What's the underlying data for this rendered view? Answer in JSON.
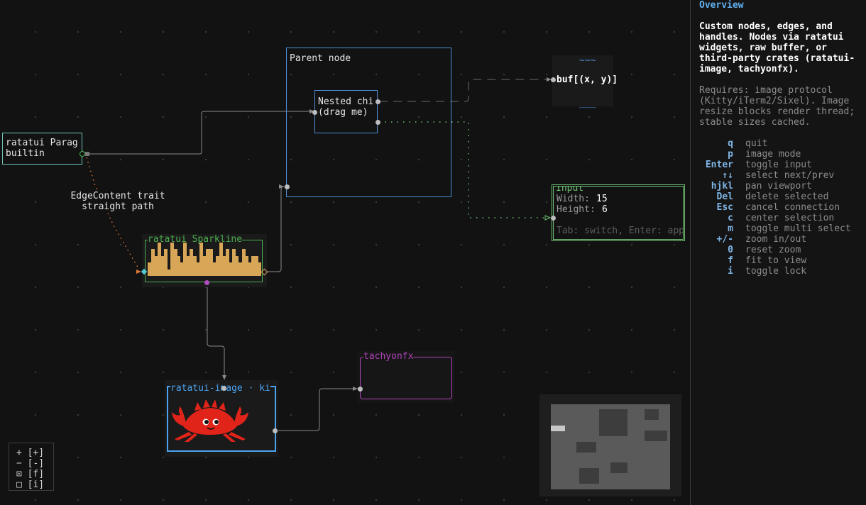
{
  "nodes": {
    "paragraph": {
      "line1": "ratatui Parag",
      "line2": "builtin"
    },
    "edge_label": {
      "line1": "EdgeContent trait",
      "line2": "straight path"
    },
    "parent": {
      "title": "Parent node"
    },
    "nested": {
      "line1": "Nested chi",
      "line2": "(drag me)"
    },
    "buf": {
      "top": "~~~",
      "label": "buf[(x, y)]",
      "bottom": "___"
    },
    "input": {
      "title": "Input",
      "width_label": "Width:",
      "width_value": "15",
      "height_label": "Height:",
      "height_value": "6",
      "hint": "Tab: switch, Enter: app"
    },
    "sparkline": {
      "title": "ratatui Sparkline",
      "values": [
        2,
        4,
        3,
        5,
        3,
        4,
        1,
        5,
        4,
        3,
        2,
        5,
        3,
        4,
        3,
        2,
        5,
        3,
        4,
        4,
        2,
        3,
        5,
        3,
        4,
        2,
        4,
        3,
        2,
        4,
        3,
        2,
        3,
        3,
        2
      ],
      "color": "#d8a657"
    },
    "image": {
      "title": "ratatui-image · ki",
      "crab_color": "#e0241a"
    },
    "tachyonfx": {
      "title": "tachyonfx"
    }
  },
  "zoom_controls": {
    "zoom_in": "+ [+]",
    "zoom_out": "− [-]",
    "fit": "⊡ [f]",
    "lock": "□ [i]"
  },
  "panel": {
    "title": "Overview",
    "description": "Custom nodes, edges, and handles. Nodes via ratatui widgets, raw buffer, or third-party crates (ratatui-image, tachyonfx).",
    "requires": "Requires: image protocol (Kitty/iTerm2/Sixel). Image resize blocks render thread; stable sizes cached.",
    "keybindings": [
      {
        "key": "q",
        "desc": "quit"
      },
      {
        "key": "p",
        "desc": "image mode"
      },
      {
        "key": "Enter",
        "desc": "toggle input"
      },
      {
        "key": "↑↓",
        "desc": "select next/prev"
      },
      {
        "key": "hjkl",
        "desc": "pan viewport"
      },
      {
        "key": "Del",
        "desc": "delete selected"
      },
      {
        "key": "Esc",
        "desc": "cancel connection"
      },
      {
        "key": "c",
        "desc": "center selection"
      },
      {
        "key": "m",
        "desc": "toggle multi select"
      },
      {
        "key": "+/-",
        "desc": "zoom in/out"
      },
      {
        "key": "0",
        "desc": "reset zoom"
      },
      {
        "key": "f",
        "desc": "fit to view"
      },
      {
        "key": "i",
        "desc": "toggle lock"
      }
    ]
  },
  "colors": {
    "background": "#121212",
    "paragraph_border": "#6fc3b8",
    "parent_border": "#4f8fd8",
    "sparkline_border": "#4caf50",
    "input_border": "#6fbf73",
    "tachyonfx_border": "#b043b8",
    "image_border": "#4aa3f0",
    "panel_title": "#61afef",
    "panel_key": "#7fb6e6",
    "muted": "#8c8c8c"
  }
}
